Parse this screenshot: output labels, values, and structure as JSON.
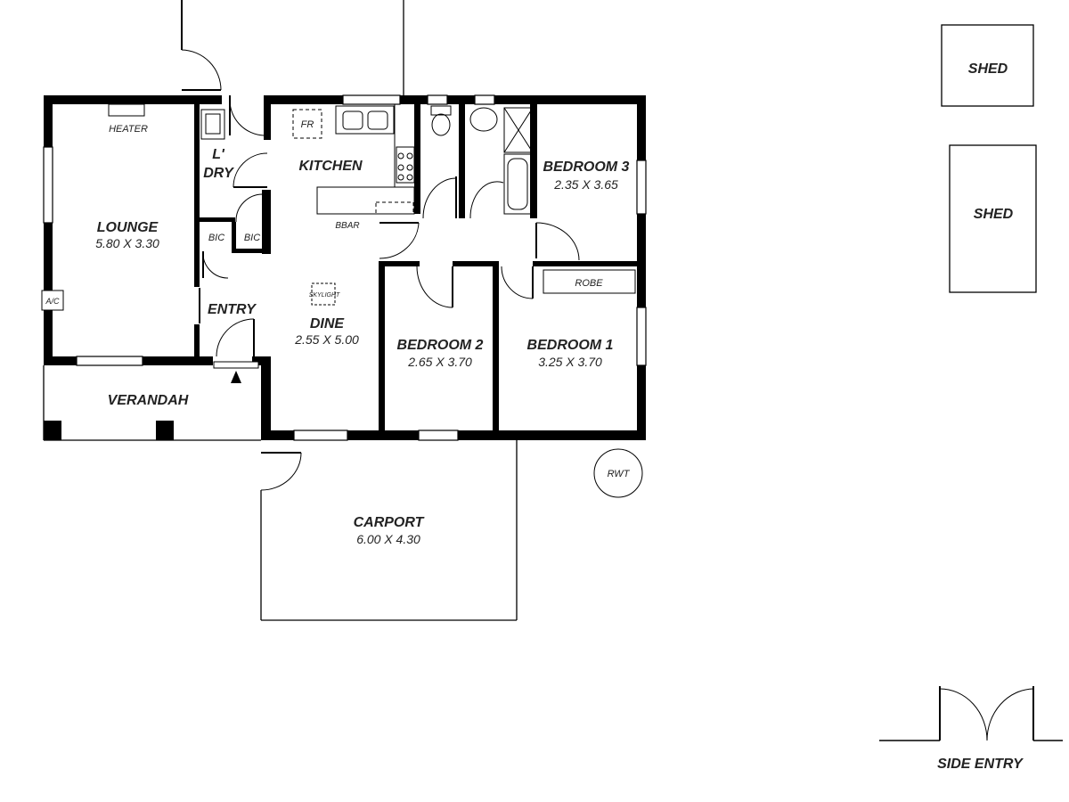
{
  "rooms": {
    "lounge": {
      "name": "LOUNGE",
      "dims": "5.80 X 3.30"
    },
    "kitchen": {
      "name": "KITCHEN"
    },
    "laundry": {
      "name_line1": "L'",
      "name_line2": "DRY"
    },
    "dine": {
      "name": "DINE",
      "dims": "2.55 X 5.00"
    },
    "entry": {
      "name": "ENTRY"
    },
    "verandah": {
      "name": "VERANDAH"
    },
    "bedroom1": {
      "name": "BEDROOM 1",
      "dims": "3.25 X 3.70"
    },
    "bedroom2": {
      "name": "BEDROOM 2",
      "dims": "2.65 X 3.70"
    },
    "bedroom3": {
      "name": "BEDROOM 3",
      "dims": "2.35 X 3.65"
    },
    "carport": {
      "name": "CARPORT",
      "dims": "6.00 X 4.30"
    },
    "shed_top": {
      "name": "SHED"
    },
    "shed_bottom": {
      "name": "SHED"
    }
  },
  "labels": {
    "heater": "HEATER",
    "fridge": "FR",
    "bic_left": "BIC",
    "bic_right": "BIC",
    "bbar": "BBAR",
    "skylight": "SKYLIGHT",
    "ac": "A/C",
    "robe": "ROBE",
    "rwt": "RWT",
    "side_entry": "SIDE ENTRY"
  }
}
